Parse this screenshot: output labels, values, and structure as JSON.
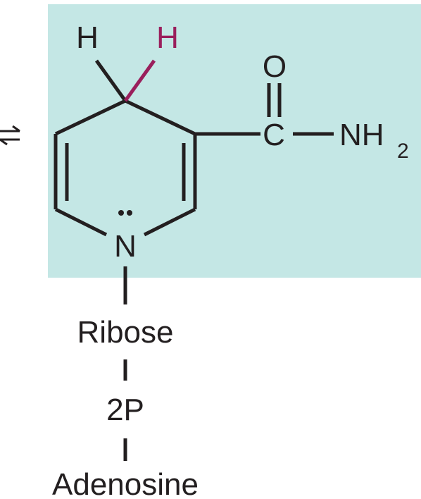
{
  "colors": {
    "highlight_box": "#c4e7e5",
    "bond": "#231f20",
    "highlight_hydrogen": "#9a1f5c"
  },
  "atoms": {
    "hydrogen_left": "H",
    "hydrogen_right": "H",
    "oxygen": "O",
    "carbon": "C",
    "amide": "NH",
    "amide_subscript": "2",
    "nitrogen": "N"
  },
  "chain": {
    "ribose": "Ribose",
    "phosphate": "2P",
    "adenosine": "Adenosine"
  }
}
